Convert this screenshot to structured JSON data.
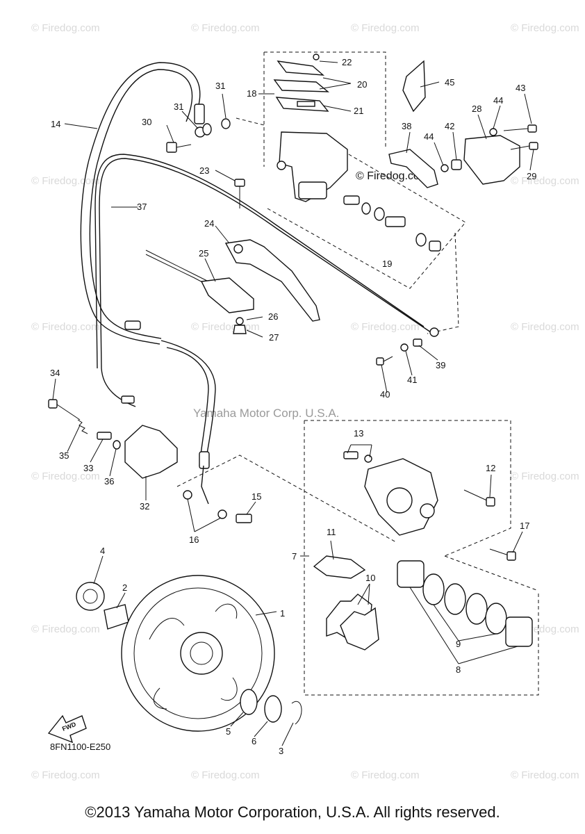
{
  "diagram_code": "8FN1100-E250",
  "fwd_label": "FWD",
  "center_watermark": "Yamaha Motor Corp. U.S.A.",
  "inline_watermark": "© Firedog.com",
  "watermark_text": "© Firedog.com",
  "footer": {
    "copyright": "©2013 Yamaha Motor Corporation, U.S.A. All rights reserved."
  },
  "part_numbers": [
    "1",
    "2",
    "3",
    "4",
    "5",
    "6",
    "7",
    "8",
    "9",
    "10",
    "11",
    "12",
    "13",
    "14",
    "15",
    "16",
    "17",
    "18",
    "19",
    "20",
    "21",
    "22",
    "23",
    "24",
    "25",
    "26",
    "27",
    "28",
    "29",
    "30",
    "31",
    "31",
    "32",
    "33",
    "34",
    "35",
    "36",
    "37",
    "38",
    "39",
    "40",
    "41",
    "42",
    "43",
    "44",
    "44",
    "45"
  ]
}
